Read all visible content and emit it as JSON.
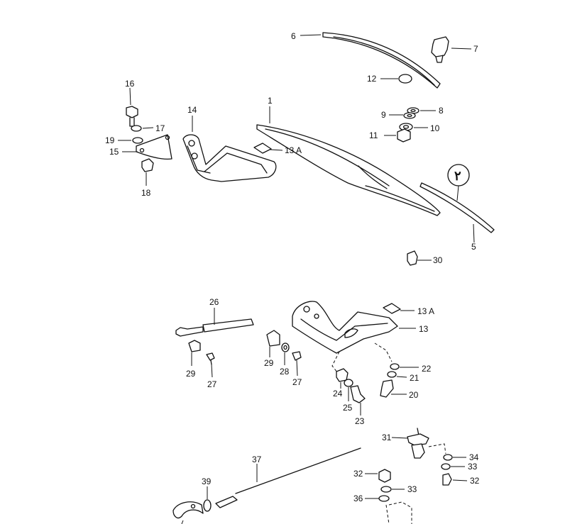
{
  "labels": {
    "l1": "1",
    "l5": "5",
    "l6": "6",
    "l7": "7",
    "l8": "8",
    "l9": "9",
    "l10": "10",
    "l11": "11",
    "l12": "12",
    "l13a_top": "13 A",
    "l14": "14",
    "l15": "15",
    "l16": "16",
    "l17": "17",
    "l18": "18",
    "l19": "19",
    "l30": "30",
    "badge": "٢",
    "l26": "26",
    "l29a": "29",
    "l27a": "27",
    "l29b": "29",
    "l28": "28",
    "l27b": "27",
    "l13a_mid": "13 A",
    "l13": "13",
    "l22": "22",
    "l21": "21",
    "l20": "20",
    "l24": "24",
    "l25": "25",
    "l23": "23",
    "l31": "31",
    "l34": "34",
    "l33a": "33",
    "l32a": "32",
    "l37": "37",
    "l39": "39",
    "l32b": "32",
    "l33b": "33",
    "l36": "36"
  }
}
